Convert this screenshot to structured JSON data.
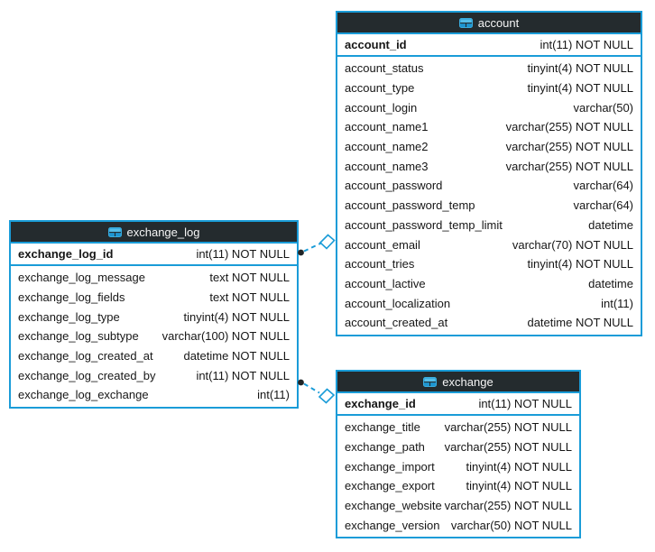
{
  "diagram": {
    "tables": [
      {
        "id": "account",
        "title": "account",
        "pk": {
          "name": "account_id",
          "type": "int(11) NOT NULL"
        },
        "fields": [
          {
            "name": "account_status",
            "type": "tinyint(4) NOT NULL"
          },
          {
            "name": "account_type",
            "type": "tinyint(4) NOT NULL"
          },
          {
            "name": "account_login",
            "type": "varchar(50)"
          },
          {
            "name": "account_name1",
            "type": "varchar(255) NOT NULL"
          },
          {
            "name": "account_name2",
            "type": "varchar(255) NOT NULL"
          },
          {
            "name": "account_name3",
            "type": "varchar(255) NOT NULL"
          },
          {
            "name": "account_password",
            "type": "varchar(64)"
          },
          {
            "name": "account_password_temp",
            "type": "varchar(64)"
          },
          {
            "name": "account_password_temp_limit",
            "type": "datetime"
          },
          {
            "name": "account_email",
            "type": "varchar(70) NOT NULL"
          },
          {
            "name": "account_tries",
            "type": "tinyint(4) NOT NULL"
          },
          {
            "name": "account_lactive",
            "type": "datetime"
          },
          {
            "name": "account_localization",
            "type": "int(11)"
          },
          {
            "name": "account_created_at",
            "type": "datetime NOT NULL"
          }
        ]
      },
      {
        "id": "exchange_log",
        "title": "exchange_log",
        "pk": {
          "name": "exchange_log_id",
          "type": "int(11) NOT NULL"
        },
        "fields": [
          {
            "name": "exchange_log_message",
            "type": "text NOT NULL"
          },
          {
            "name": "exchange_log_fields",
            "type": "text NOT NULL"
          },
          {
            "name": "exchange_log_type",
            "type": "tinyint(4) NOT NULL"
          },
          {
            "name": "exchange_log_subtype",
            "type": "varchar(100) NOT NULL"
          },
          {
            "name": "exchange_log_created_at",
            "type": "datetime NOT NULL"
          },
          {
            "name": "exchange_log_created_by",
            "type": "int(11) NOT NULL"
          },
          {
            "name": "exchange_log_exchange",
            "type": "int(11)"
          }
        ]
      },
      {
        "id": "exchange",
        "title": "exchange",
        "pk": {
          "name": "exchange_id",
          "type": "int(11) NOT NULL"
        },
        "fields": [
          {
            "name": "exchange_title",
            "type": "varchar(255) NOT NULL"
          },
          {
            "name": "exchange_path",
            "type": "varchar(255) NOT NULL"
          },
          {
            "name": "exchange_import",
            "type": "tinyint(4) NOT NULL"
          },
          {
            "name": "exchange_export",
            "type": "tinyint(4) NOT NULL"
          },
          {
            "name": "exchange_website",
            "type": "varchar(255) NOT NULL"
          },
          {
            "name": "exchange_version",
            "type": "varchar(50) NOT NULL"
          }
        ]
      }
    ],
    "relationships": [
      {
        "from": "exchange_log",
        "to": "account",
        "line_style": "dashed",
        "source_marker": "dot",
        "target_marker": "open-diamond"
      },
      {
        "from": "exchange_log",
        "to": "exchange",
        "line_style": "dashed",
        "source_marker": "dot",
        "target_marker": "open-diamond"
      }
    ],
    "icons": {
      "table_header": "table-grid-icon"
    },
    "colors": {
      "accent": "#1a9cd8",
      "header_bg": "#242b2e",
      "row_text": "#161616",
      "header_text": "#f5f5f5",
      "connector_dot": "#1f2426"
    }
  }
}
